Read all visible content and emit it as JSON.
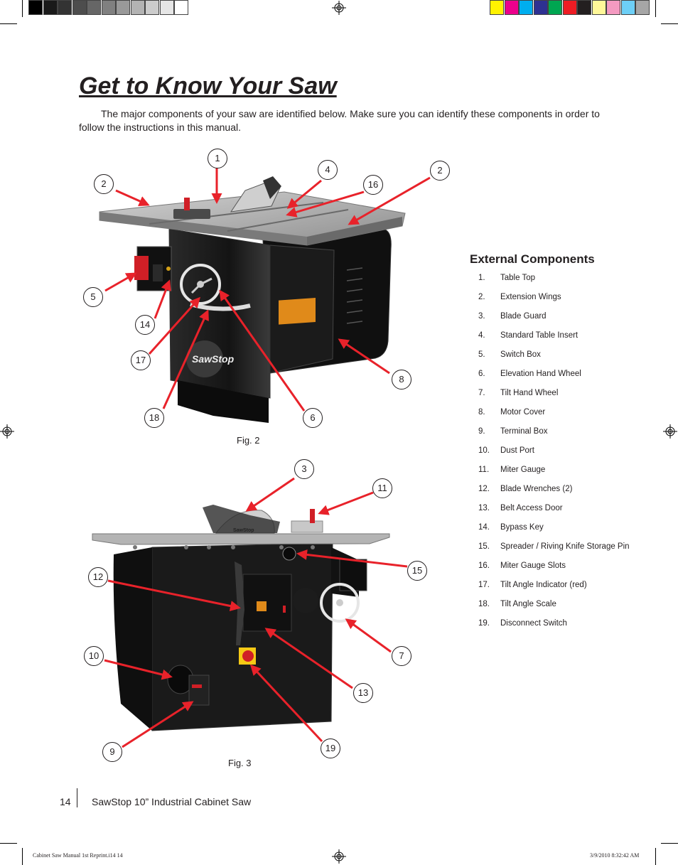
{
  "page": {
    "title": "Get to Know Your Saw",
    "intro": "The major components of your saw are identified below. Make sure you can identify these components in order to follow the instructions in this manual."
  },
  "figures": {
    "fig2": {
      "caption": "Fig. 2",
      "callouts": [
        "1",
        "2",
        "4",
        "16",
        "2",
        "5",
        "14",
        "17",
        "18",
        "6",
        "8"
      ],
      "label_text": "SawStop"
    },
    "fig3": {
      "caption": "Fig. 3",
      "callouts": [
        "3",
        "11",
        "12",
        "15",
        "10",
        "7",
        "13",
        "9",
        "19"
      ],
      "label_text": "SawStop"
    }
  },
  "components": {
    "heading": "External Components",
    "items": [
      {
        "num": "1.",
        "label": "Table Top"
      },
      {
        "num": "2.",
        "label": "Extension Wings"
      },
      {
        "num": "3.",
        "label": "Blade Guard"
      },
      {
        "num": "4.",
        "label": "Standard Table Insert"
      },
      {
        "num": "5.",
        "label": "Switch Box"
      },
      {
        "num": "6.",
        "label": "Elevation Hand Wheel"
      },
      {
        "num": "7.",
        "label": "Tilt Hand Wheel"
      },
      {
        "num": "8.",
        "label": "Motor Cover"
      },
      {
        "num": "9.",
        "label": "Terminal Box"
      },
      {
        "num": "10.",
        "label": "Dust Port"
      },
      {
        "num": "11.",
        "label": "Miter Gauge"
      },
      {
        "num": "12.",
        "label": "Blade Wrenches (2)"
      },
      {
        "num": "13.",
        "label": "Belt Access Door"
      },
      {
        "num": "14.",
        "label": "Bypass Key"
      },
      {
        "num": "15.",
        "label": "Spreader / Riving Knife Storage Pin"
      },
      {
        "num": "16.",
        "label": "Miter Gauge Slots"
      },
      {
        "num": "17.",
        "label": "Tilt Angle Indicator (red)"
      },
      {
        "num": "18.",
        "label": "Tilt Angle Scale"
      },
      {
        "num": "19.",
        "label": "Disconnect Switch"
      }
    ]
  },
  "footer": {
    "page_number": "14",
    "book_title": "SawStop 10” Industrial Cabinet Saw",
    "slug_left": "Cabinet Saw Manual 1st Reprint.i14   14",
    "slug_right": "3/9/2010   8:32:42 AM"
  },
  "colors": {
    "text": "#231f20",
    "arrow": "#e8222a",
    "cabinet": "#1e1e1e",
    "table": "#a8a8a8",
    "swatches_gray": [
      "#000000",
      "#1a1a1a",
      "#333333",
      "#4d4d4d",
      "#666666",
      "#808080",
      "#999999",
      "#b3b3b3",
      "#cccccc",
      "#e6e6e6",
      "#ffffff"
    ],
    "swatches_color": [
      "#fff200",
      "#ec008c",
      "#00aeef",
      "#2e3192",
      "#00a651",
      "#ed1c24",
      "#231f20",
      "#fff799",
      "#f49ac1",
      "#6dcff6",
      "#a6a6a6"
    ]
  }
}
